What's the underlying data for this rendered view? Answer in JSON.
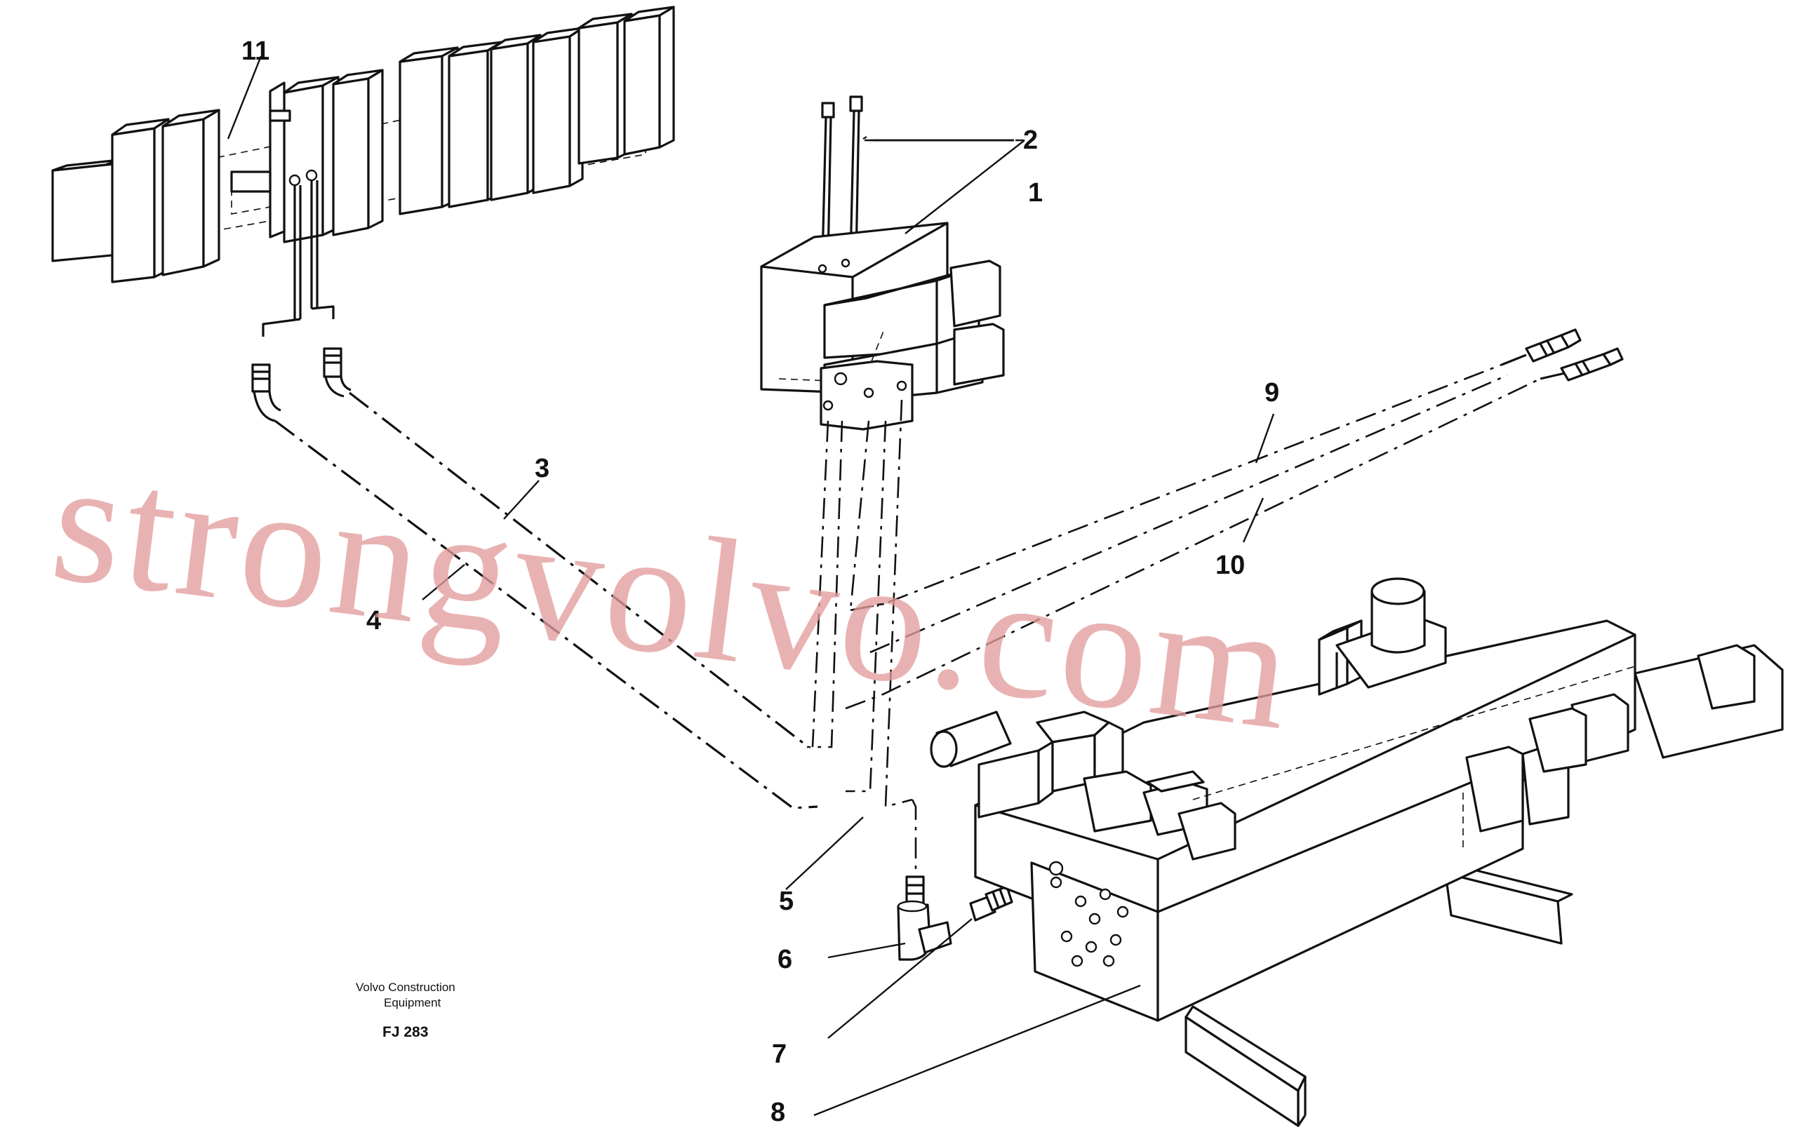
{
  "diagram": {
    "callouts": [
      {
        "id": "1",
        "label": "1"
      },
      {
        "id": "2",
        "label": "2"
      },
      {
        "id": "3",
        "label": "3"
      },
      {
        "id": "4",
        "label": "4"
      },
      {
        "id": "5",
        "label": "5"
      },
      {
        "id": "6",
        "label": "6"
      },
      {
        "id": "7",
        "label": "7"
      },
      {
        "id": "8",
        "label": "8"
      },
      {
        "id": "9",
        "label": "9"
      },
      {
        "id": "10",
        "label": "10"
      },
      {
        "id": "11",
        "label": "11"
      }
    ],
    "caption": {
      "line1": "Volvo Construction",
      "line2": "Equipment",
      "code": "FJ 283"
    },
    "watermark": "strongvolvo.com"
  }
}
